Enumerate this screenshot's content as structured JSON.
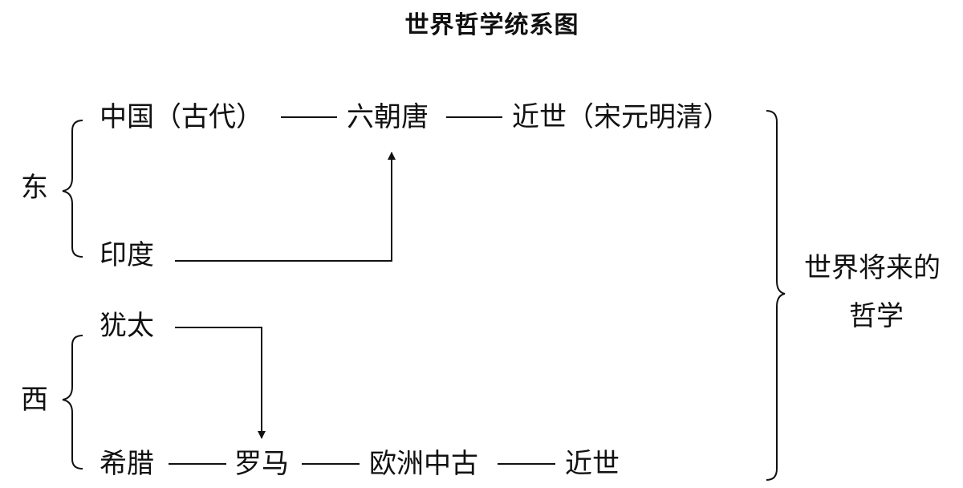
{
  "title": "世界哲学统系图",
  "east": {
    "label": "东",
    "row1": {
      "china": "中国（古代）",
      "liuchao": "六朝唐",
      "jinshi": "近世（宋元明清）"
    },
    "india": "印度"
  },
  "west": {
    "label": "西",
    "youtai": "犹太",
    "row2": {
      "greece": "希腊",
      "rome": "罗马",
      "medieval": "欧洲中古",
      "modern": "近世"
    }
  },
  "future": {
    "line1": "世界将来的",
    "line2": "哲学"
  },
  "colors": {
    "ink": "#111111",
    "background": "#ffffff"
  }
}
